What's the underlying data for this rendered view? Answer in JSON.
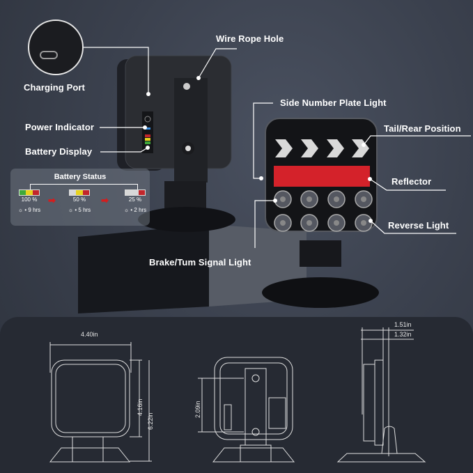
{
  "callouts": {
    "charging_port": "Charging Port",
    "wire_rope_hole": "Wire Rope Hole",
    "power_indicator": "Power Indicator",
    "battery_display": "Battery Display",
    "side_number_plate_light": "Side Number Plate Light",
    "tail_rear_position": "Tail/Rear Position",
    "reflector": "Reflector",
    "reverse_light": "Reverse Light",
    "brake_turn_signal": "Brake/Tum Signal Light"
  },
  "battery_status": {
    "title": "Battery Status",
    "levels": [
      {
        "percent": "100 %",
        "runtime": "• 9 hrs",
        "segments": [
          "#3fa83a",
          "#e8d31e",
          "#c2262b"
        ]
      },
      {
        "percent": "50 %",
        "runtime": "•  5 hrs",
        "segments": [
          "#d8d8d8",
          "#e8d31e",
          "#c2262b"
        ]
      },
      {
        "percent": "25 %",
        "runtime": "• 2 hrs",
        "segments": [
          "#d8d8d8",
          "#d8d8d8",
          "#c2262b"
        ]
      }
    ],
    "arrow_icon": "right-arrow"
  },
  "dimensions": {
    "width": "4.40in",
    "head_height": "4.16in",
    "total_height": "6.22in",
    "mount_spacing": "2.09in",
    "depth_total": "1.51in",
    "depth_body": "1.32in"
  },
  "colors": {
    "background": "#3b414e",
    "dimension_panel": "#262a33",
    "reflector_red": "#d4222a",
    "power_led_blue": "#3a8ee0"
  }
}
